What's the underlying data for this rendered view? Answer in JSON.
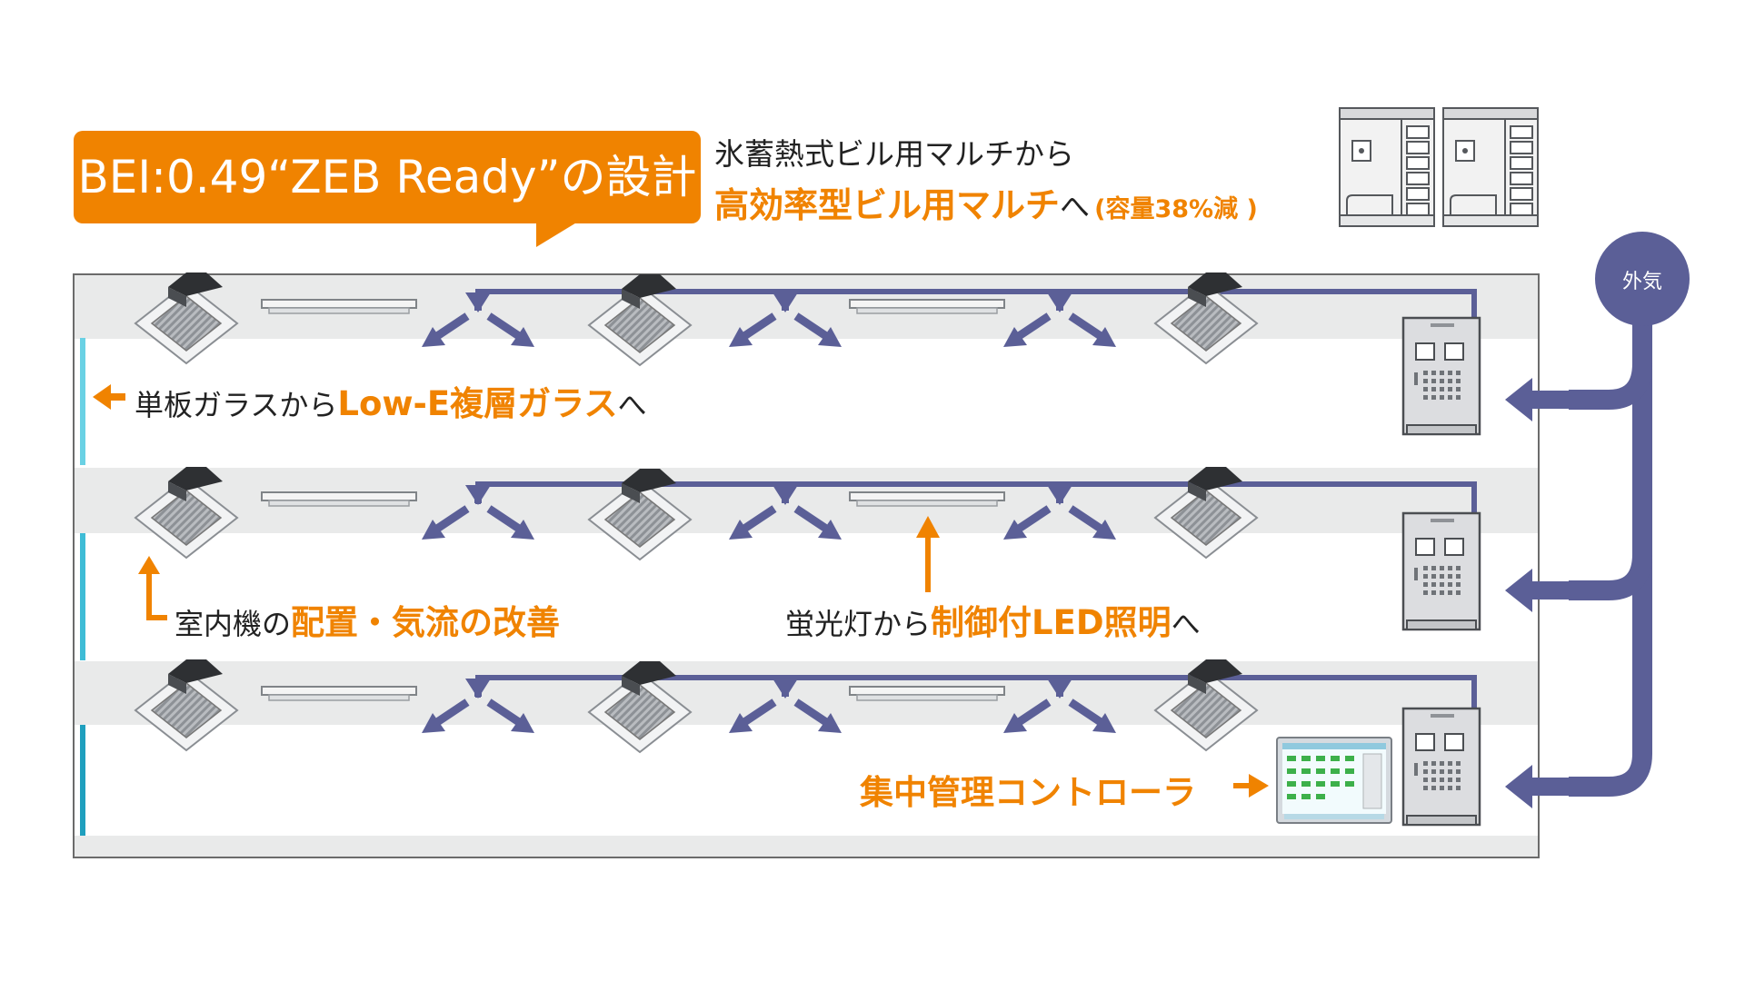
{
  "callout": {
    "label": "BEI:0.49“ZEB Ready”の設計"
  },
  "top_note": {
    "line1": "氷蓄熱式ビル用マルチから",
    "line2_highlight": "高効率型ビル用マルチ",
    "line2_suffix": "へ",
    "line2_paren": "(容量38%減 )"
  },
  "outdoor_air": {
    "label": "外気"
  },
  "floors": [
    {
      "name": "floor-3"
    },
    {
      "name": "floor-2"
    },
    {
      "name": "floor-1"
    }
  ],
  "labels": {
    "glass": {
      "plain": "単板ガラスから",
      "highlight": "Low-E複層ガラス",
      "suffix": "へ"
    },
    "indoor": {
      "plain": "室内機の",
      "highlight": "配置・気流の改善"
    },
    "led": {
      "plain": "蛍光灯から",
      "highlight": "制御付LED照明",
      "suffix": "へ"
    },
    "central": {
      "highlight": "集中管理コントローラ"
    }
  },
  "colors": {
    "accent": "#f08300",
    "duct": "#5b5f97",
    "ceiling_band": "#e9eaea",
    "window_edge": "#4fc6dc",
    "frame": "#6b6b6b"
  }
}
